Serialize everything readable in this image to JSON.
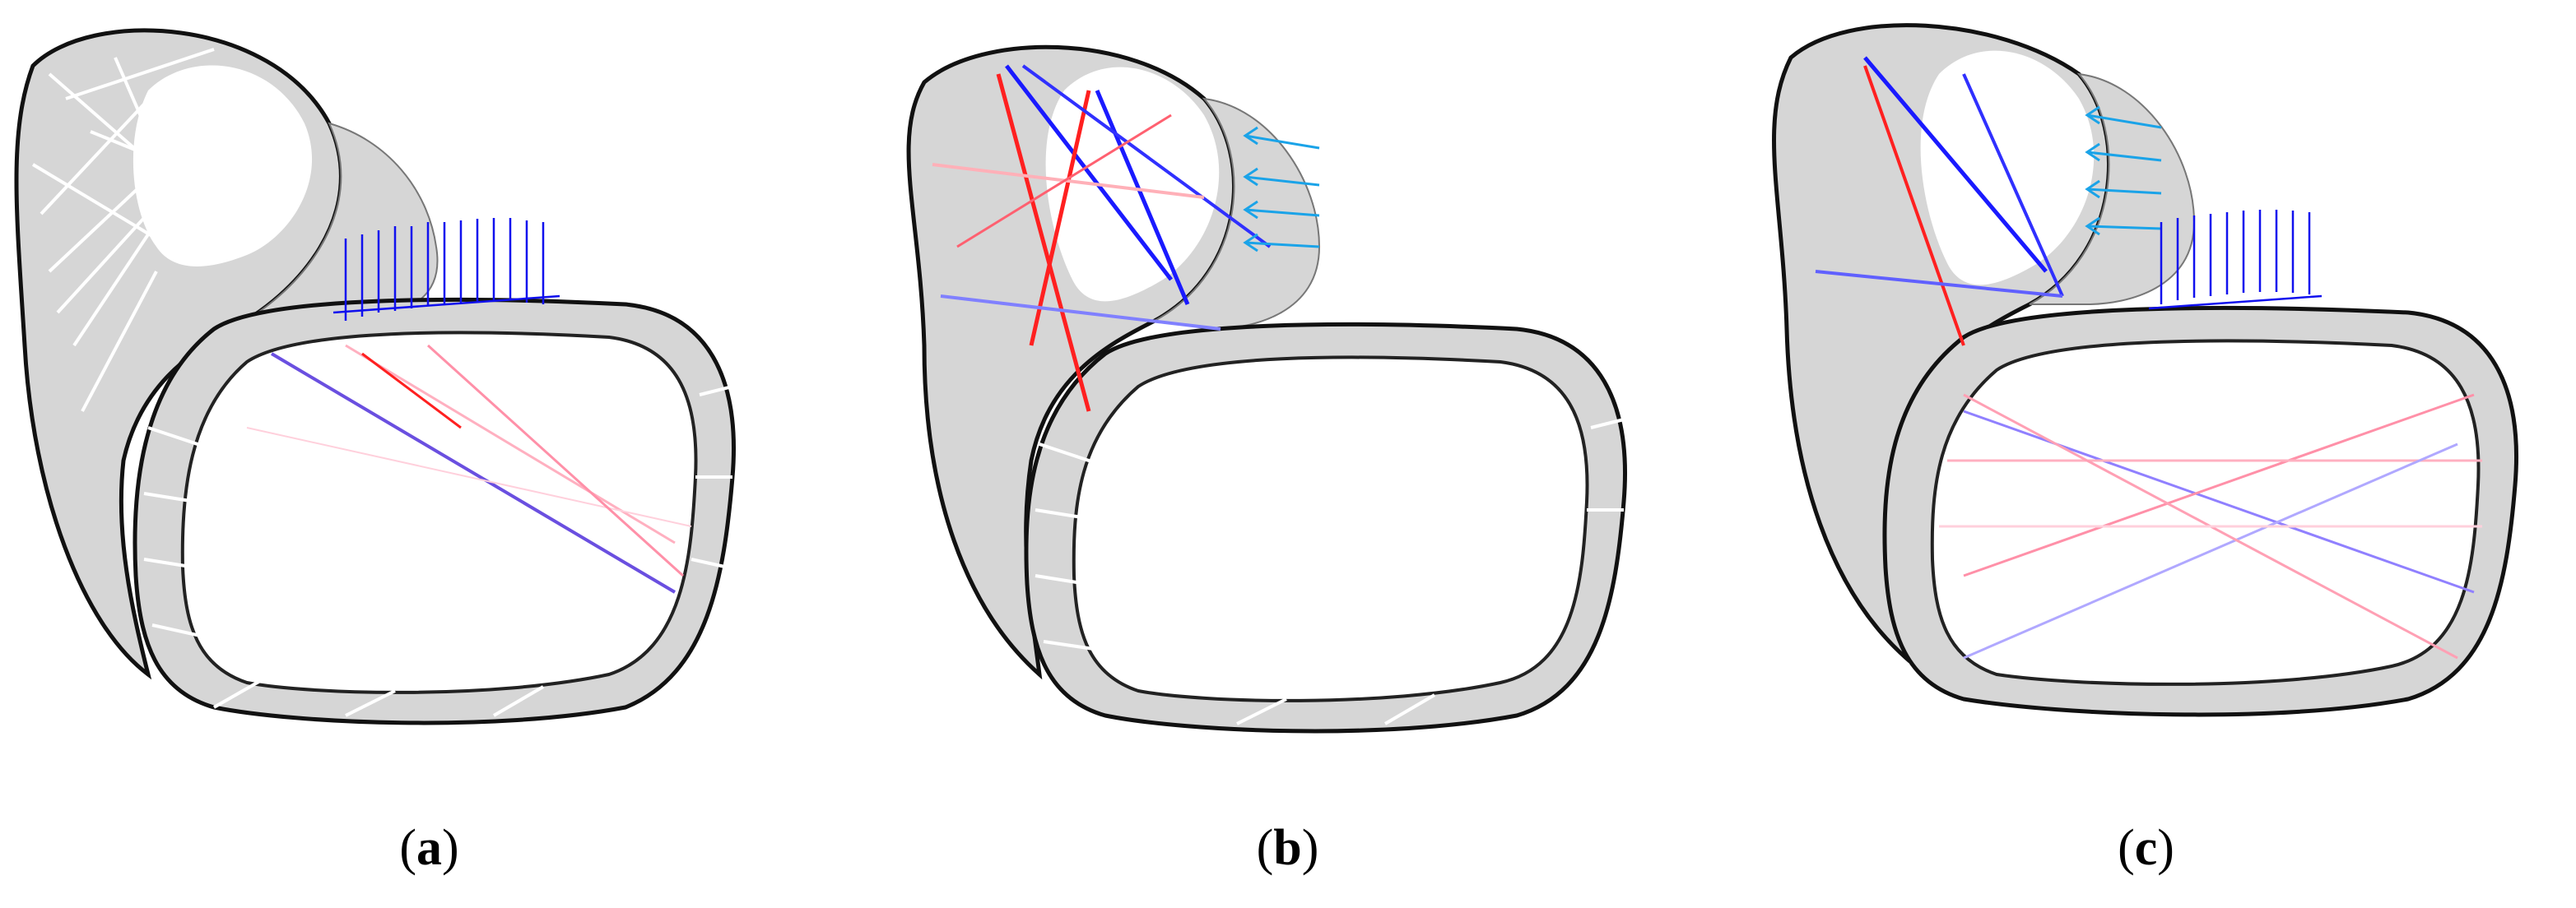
{
  "figure": {
    "panels": [
      {
        "id": "a",
        "caption_open": "(",
        "caption_letter": "a",
        "caption_close": ")",
        "load": "vertical"
      },
      {
        "id": "b",
        "caption_open": "(",
        "caption_letter": "b",
        "caption_close": ")",
        "load": "horizontal"
      },
      {
        "id": "c",
        "caption_open": "(",
        "caption_letter": "c",
        "caption_close": ")",
        "load": "combined"
      }
    ],
    "colors": {
      "shell_fill": "#d6d6d6",
      "shell_outline": "#111111",
      "cable_unstressed": "#ffffff",
      "tension": "#ff2020",
      "compression": "#1a1aff",
      "vertical_load_arrow": "#1010ee",
      "horizontal_load_arrow": "#1aa3e8"
    }
  }
}
